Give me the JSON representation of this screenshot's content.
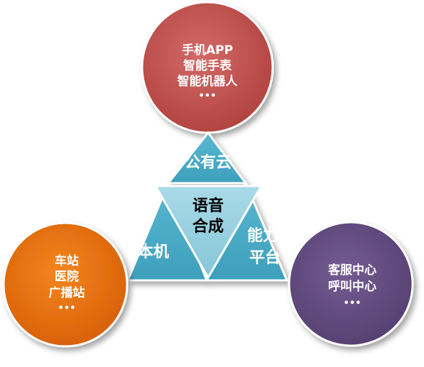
{
  "top_circle": {
    "lines": [
      "手机APP",
      "智能手表",
      "智能机器人",
      "•••"
    ],
    "color": "#c0504d"
  },
  "left_circle": {
    "lines": [
      "车站",
      "医院",
      "广播站",
      "•••"
    ],
    "color": "#e46c0a"
  },
  "right_circle": {
    "lines": [
      "客服中心",
      "呼叫中心",
      "•••"
    ],
    "color": "#604a7b"
  },
  "triangle": {
    "color": "#4bacc6",
    "center_color": "#93cddd",
    "top_label": "公有云",
    "left_label": "本机",
    "right_label_lines": [
      "能力",
      "平台"
    ],
    "center_label_lines": [
      "语音",
      "合成"
    ]
  }
}
